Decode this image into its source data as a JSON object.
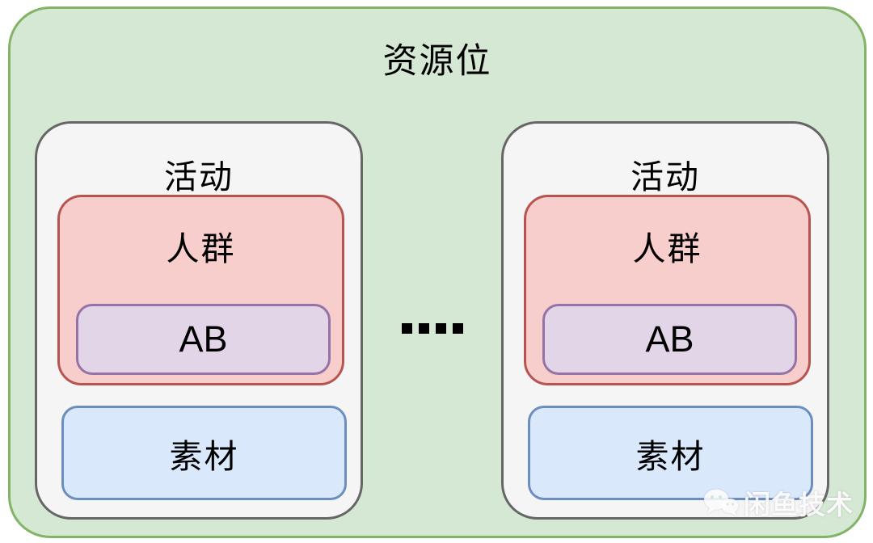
{
  "diagram": {
    "title": "资源位",
    "activities": [
      {
        "label": "活动",
        "crowd": {
          "label": "人群",
          "ab": {
            "label": "AB"
          }
        },
        "material": {
          "label": "素材"
        }
      },
      {
        "label": "活动",
        "crowd": {
          "label": "人群",
          "ab": {
            "label": "AB"
          }
        },
        "material": {
          "label": "素材"
        }
      }
    ],
    "ellipsis_dot_count": 4,
    "watermark": {
      "text": "闲鱼技术",
      "icon": "wechat-icon"
    },
    "colors": {
      "container_fill": "#d5e8d4",
      "container_border": "#82b366",
      "activity_fill": "#f5f5f5",
      "activity_border": "#666666",
      "crowd_fill": "#f8cecc",
      "crowd_border": "#b85450",
      "ab_fill": "#e1d5e7",
      "ab_border": "#9673a6",
      "material_fill": "#dae8fc",
      "material_border": "#6c8ebf",
      "text": "#000000",
      "watermark_text": "#ffffff"
    }
  }
}
